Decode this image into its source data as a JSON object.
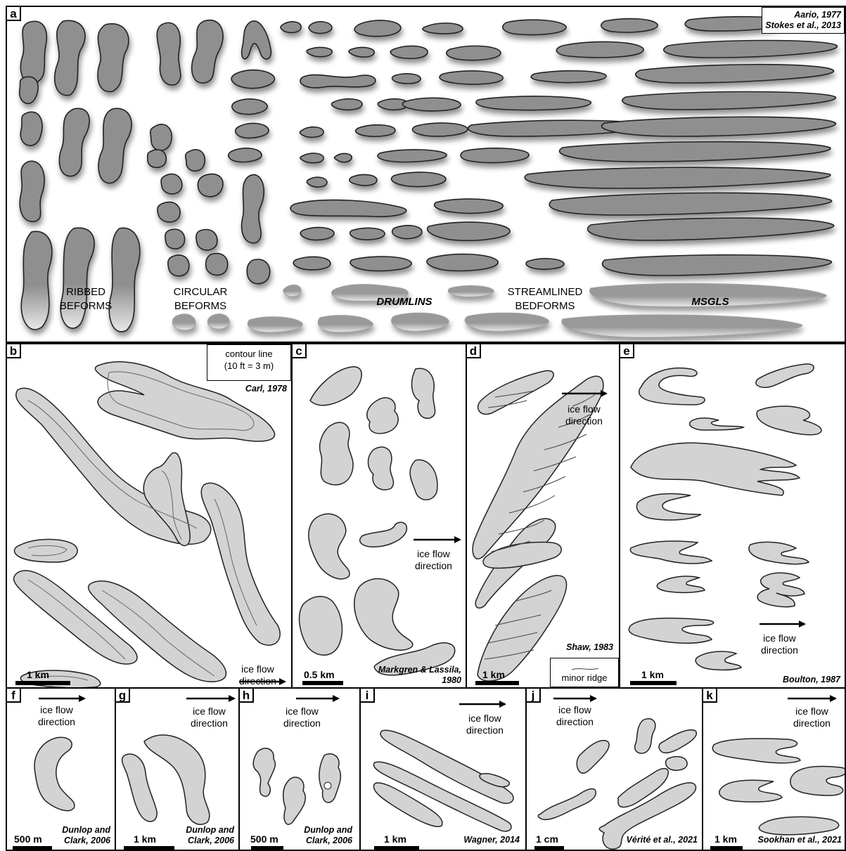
{
  "panels": {
    "a": {
      "label": "a",
      "citation": "Aario, 1977\nStokes et al., 2013",
      "categories": {
        "ribbed": "RIBBED\nBEFORMS",
        "circular": "CIRCULAR\nBEFORMS",
        "drumlins": "DRUMLINS",
        "streamlined": "STREAMLINED\nBEDFORMS",
        "msgls": "MSGLS"
      }
    },
    "b": {
      "label": "b",
      "legend": "contour line\n(10 ft = 3 m)",
      "citation": "Carl, 1978",
      "scale": "1 km",
      "flow": "ice flow\ndirection"
    },
    "c": {
      "label": "c",
      "citation": "Markgren & Lassila,\n1980",
      "scale": "0.5 km",
      "flow": "ice flow\ndirection"
    },
    "d": {
      "label": "d",
      "citation": "Shaw, 1983",
      "scale": "1 km",
      "flow": "ice flow\ndirection",
      "legend": "minor ridge"
    },
    "e": {
      "label": "e",
      "citation": "Boulton, 1987",
      "scale": "1 km",
      "flow": "ice flow\ndirection"
    },
    "f": {
      "label": "f",
      "citation": "Dunlop and\nClark, 2006",
      "scale": "500 m",
      "flow": "ice flow\ndirection"
    },
    "g": {
      "label": "g",
      "citation": "Dunlop and\nClark, 2006",
      "scale": "1 km",
      "flow": "ice flow\ndirection"
    },
    "h": {
      "label": "h",
      "citation": "Dunlop and\nClark, 2006",
      "scale": "500 m",
      "flow": "ice flow\ndirection"
    },
    "i": {
      "label": "i",
      "citation": "Wagner, 2014",
      "scale": "1 km",
      "flow": "ice flow\ndirection"
    },
    "j": {
      "label": "j",
      "citation": "Vérité et al., 2021",
      "scale": "1 cm",
      "flow": "ice flow\ndirection"
    },
    "k": {
      "label": "k",
      "citation": "Sookhan et al., 2021",
      "scale": "1 km",
      "flow": "ice flow\ndirection"
    }
  },
  "colors": {
    "panel_a_fill": "#8f8f8f",
    "panel_fill": "#d3d3d3",
    "stroke": "#222222"
  }
}
